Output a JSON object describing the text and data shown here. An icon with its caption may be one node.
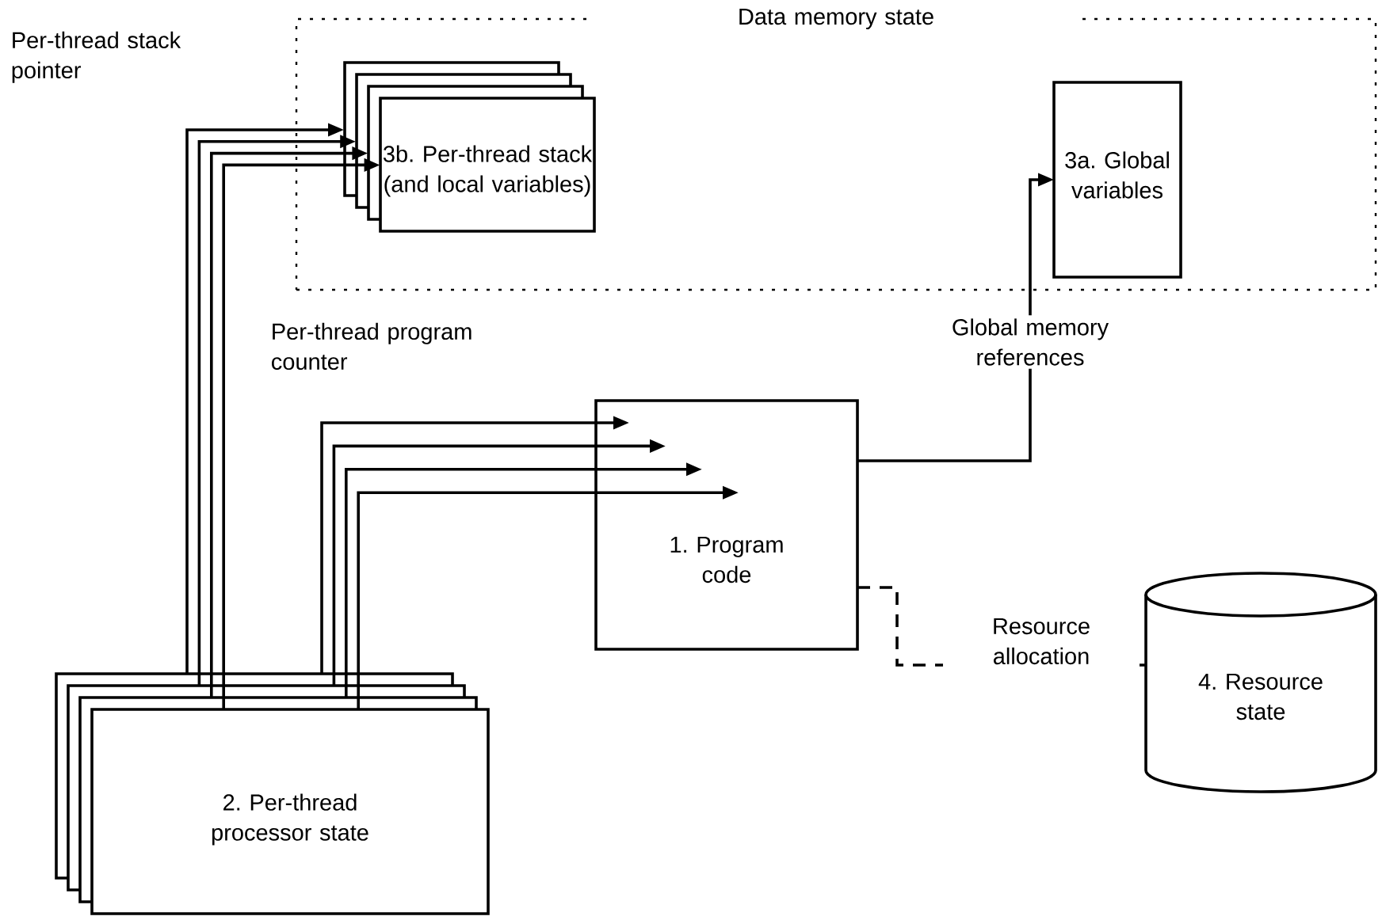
{
  "diagram": {
    "nodes": [
      {
        "text": [
          "Data memory state"
        ]
      },
      {
        "text": [
          "3b. Per-thread stack (and local variables)"
        ],
        "in": 0
      },
      {
        "text": [
          "3a. Global variables"
        ],
        "in": 0
      },
      {
        "text": [
          "1. Program code"
        ]
      },
      {
        "text": [
          "2. Per-thread processor state"
        ]
      },
      {
        "text": [
          "4. Resource state"
        ]
      }
    ],
    "edges": [
      {
        "from": 4,
        "to": 1,
        "arrow": "to"
      },
      {
        "from": 4,
        "to": 1,
        "arrow": "to"
      },
      {
        "from": 4,
        "to": 1,
        "arrow": "to"
      },
      {
        "from": 4,
        "to": 1,
        "arrow": "to"
      },
      {
        "from": 4,
        "to": 3,
        "arrow": "to"
      },
      {
        "from": 4,
        "to": 3,
        "arrow": "to"
      },
      {
        "from": 4,
        "to": 3,
        "arrow": "to"
      },
      {
        "from": 4,
        "to": 3,
        "arrow": "to"
      },
      {
        "from": 3,
        "to": 2,
        "arrow": "to",
        "label": "Global memory references"
      },
      {
        "from": 3,
        "to": 5,
        "arrow": "none",
        "style": "dashed",
        "label": "Resource allocation"
      }
    ],
    "labels": [
      "Per-thread stack pointer",
      "Per-thread program counter"
    ]
  }
}
